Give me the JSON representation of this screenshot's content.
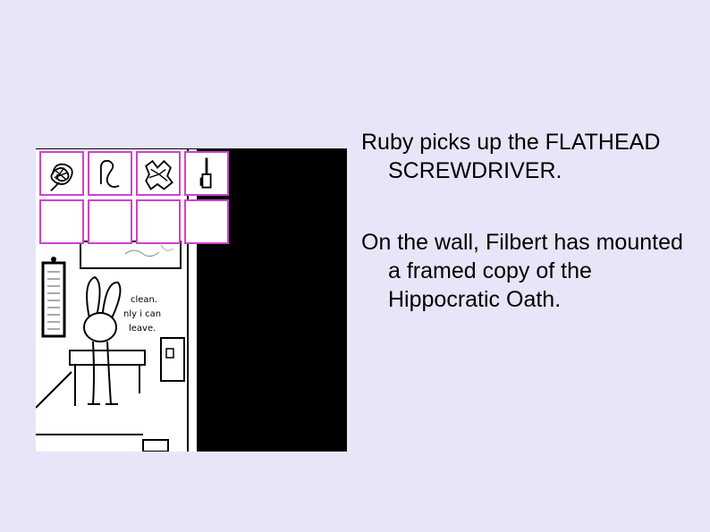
{
  "narration": [
    "Ruby picks up the FLATHEAD SCREWDRIVER.",
    "On the wall, Filbert has mounted a framed copy of the Hippocratic Oath."
  ],
  "scene": {
    "wall_note_lines": [
      "clean.",
      "nly i can",
      "leave."
    ]
  },
  "inventory": {
    "slots": [
      {
        "item_icon": "scribble-ball-icon"
      },
      {
        "item_icon": "rope-coil-icon"
      },
      {
        "item_icon": "crumpled-paper-icon"
      },
      {
        "item_icon": "flathead-screwdriver-icon"
      },
      {
        "item_icon": ""
      },
      {
        "item_icon": ""
      },
      {
        "item_icon": ""
      },
      {
        "item_icon": ""
      }
    ]
  },
  "colors": {
    "background": "#e6e6f8",
    "slot_border": "#cc44cc",
    "scene_void": "#000000"
  }
}
